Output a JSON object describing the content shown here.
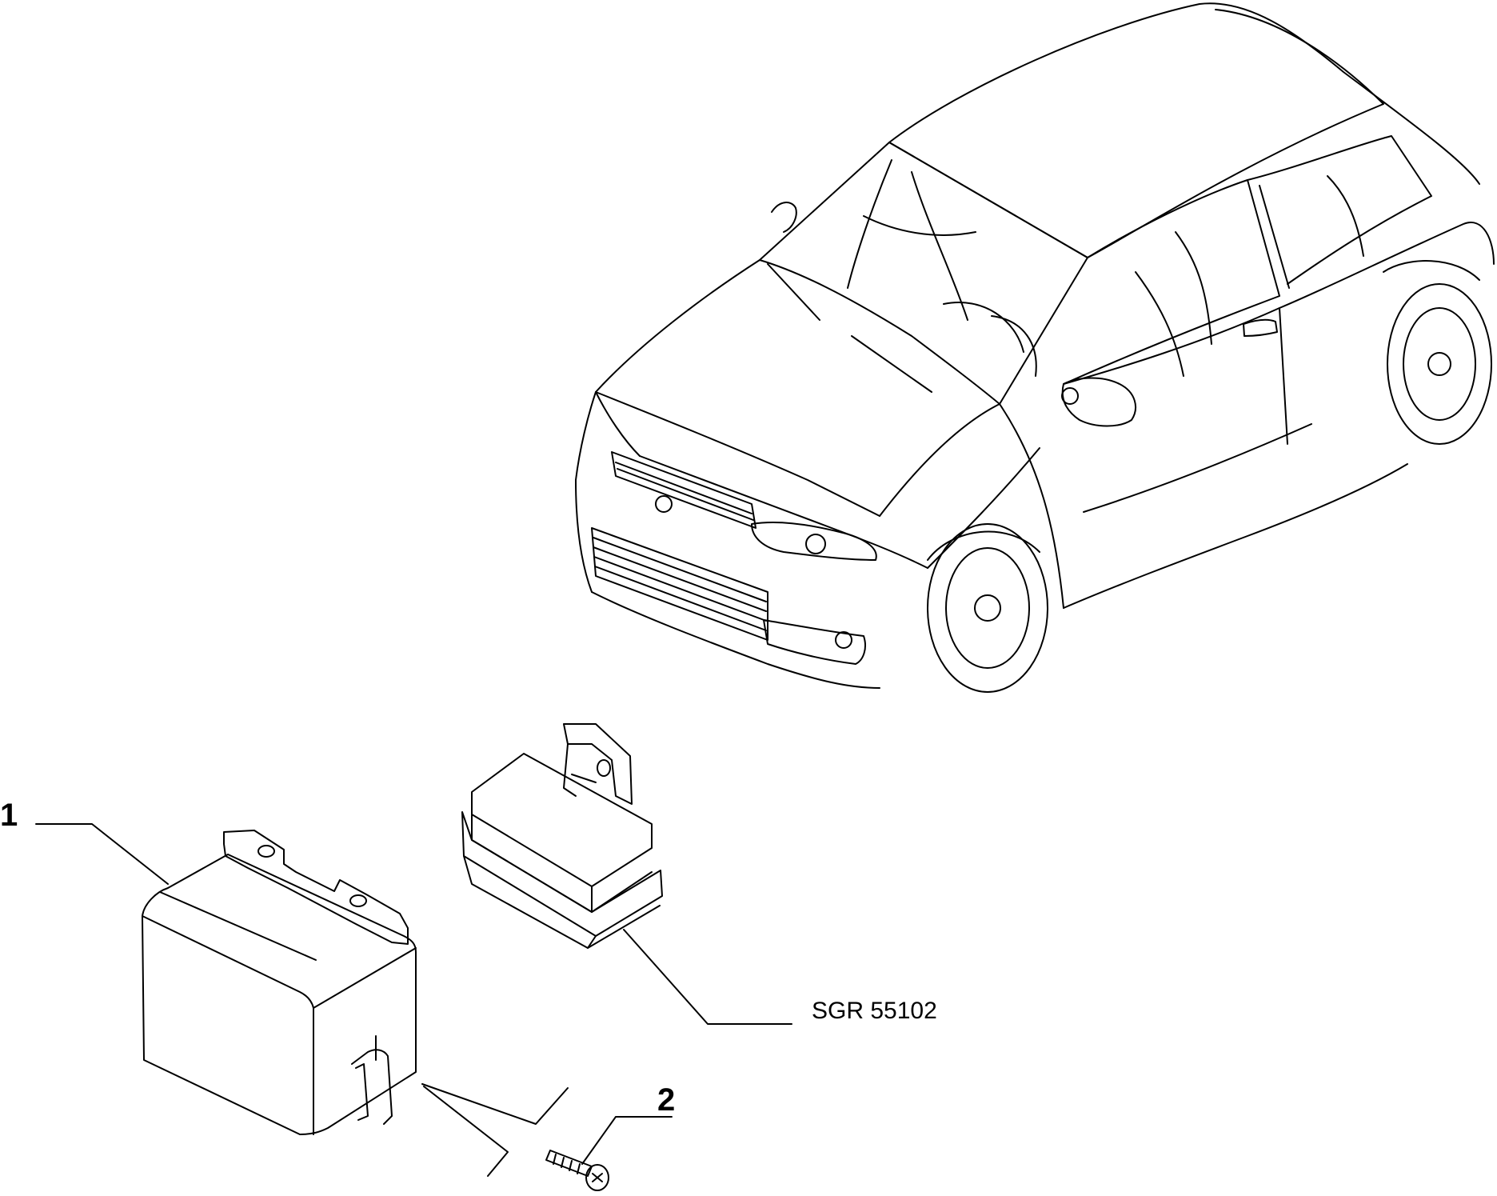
{
  "callouts": [
    {
      "number": "1",
      "part": "control-unit-with-bracket"
    },
    {
      "number": "2",
      "part": "screw"
    }
  ],
  "reference_code": "SGR 55102",
  "colors": {
    "line": "#000000",
    "background": "#ffffff"
  }
}
